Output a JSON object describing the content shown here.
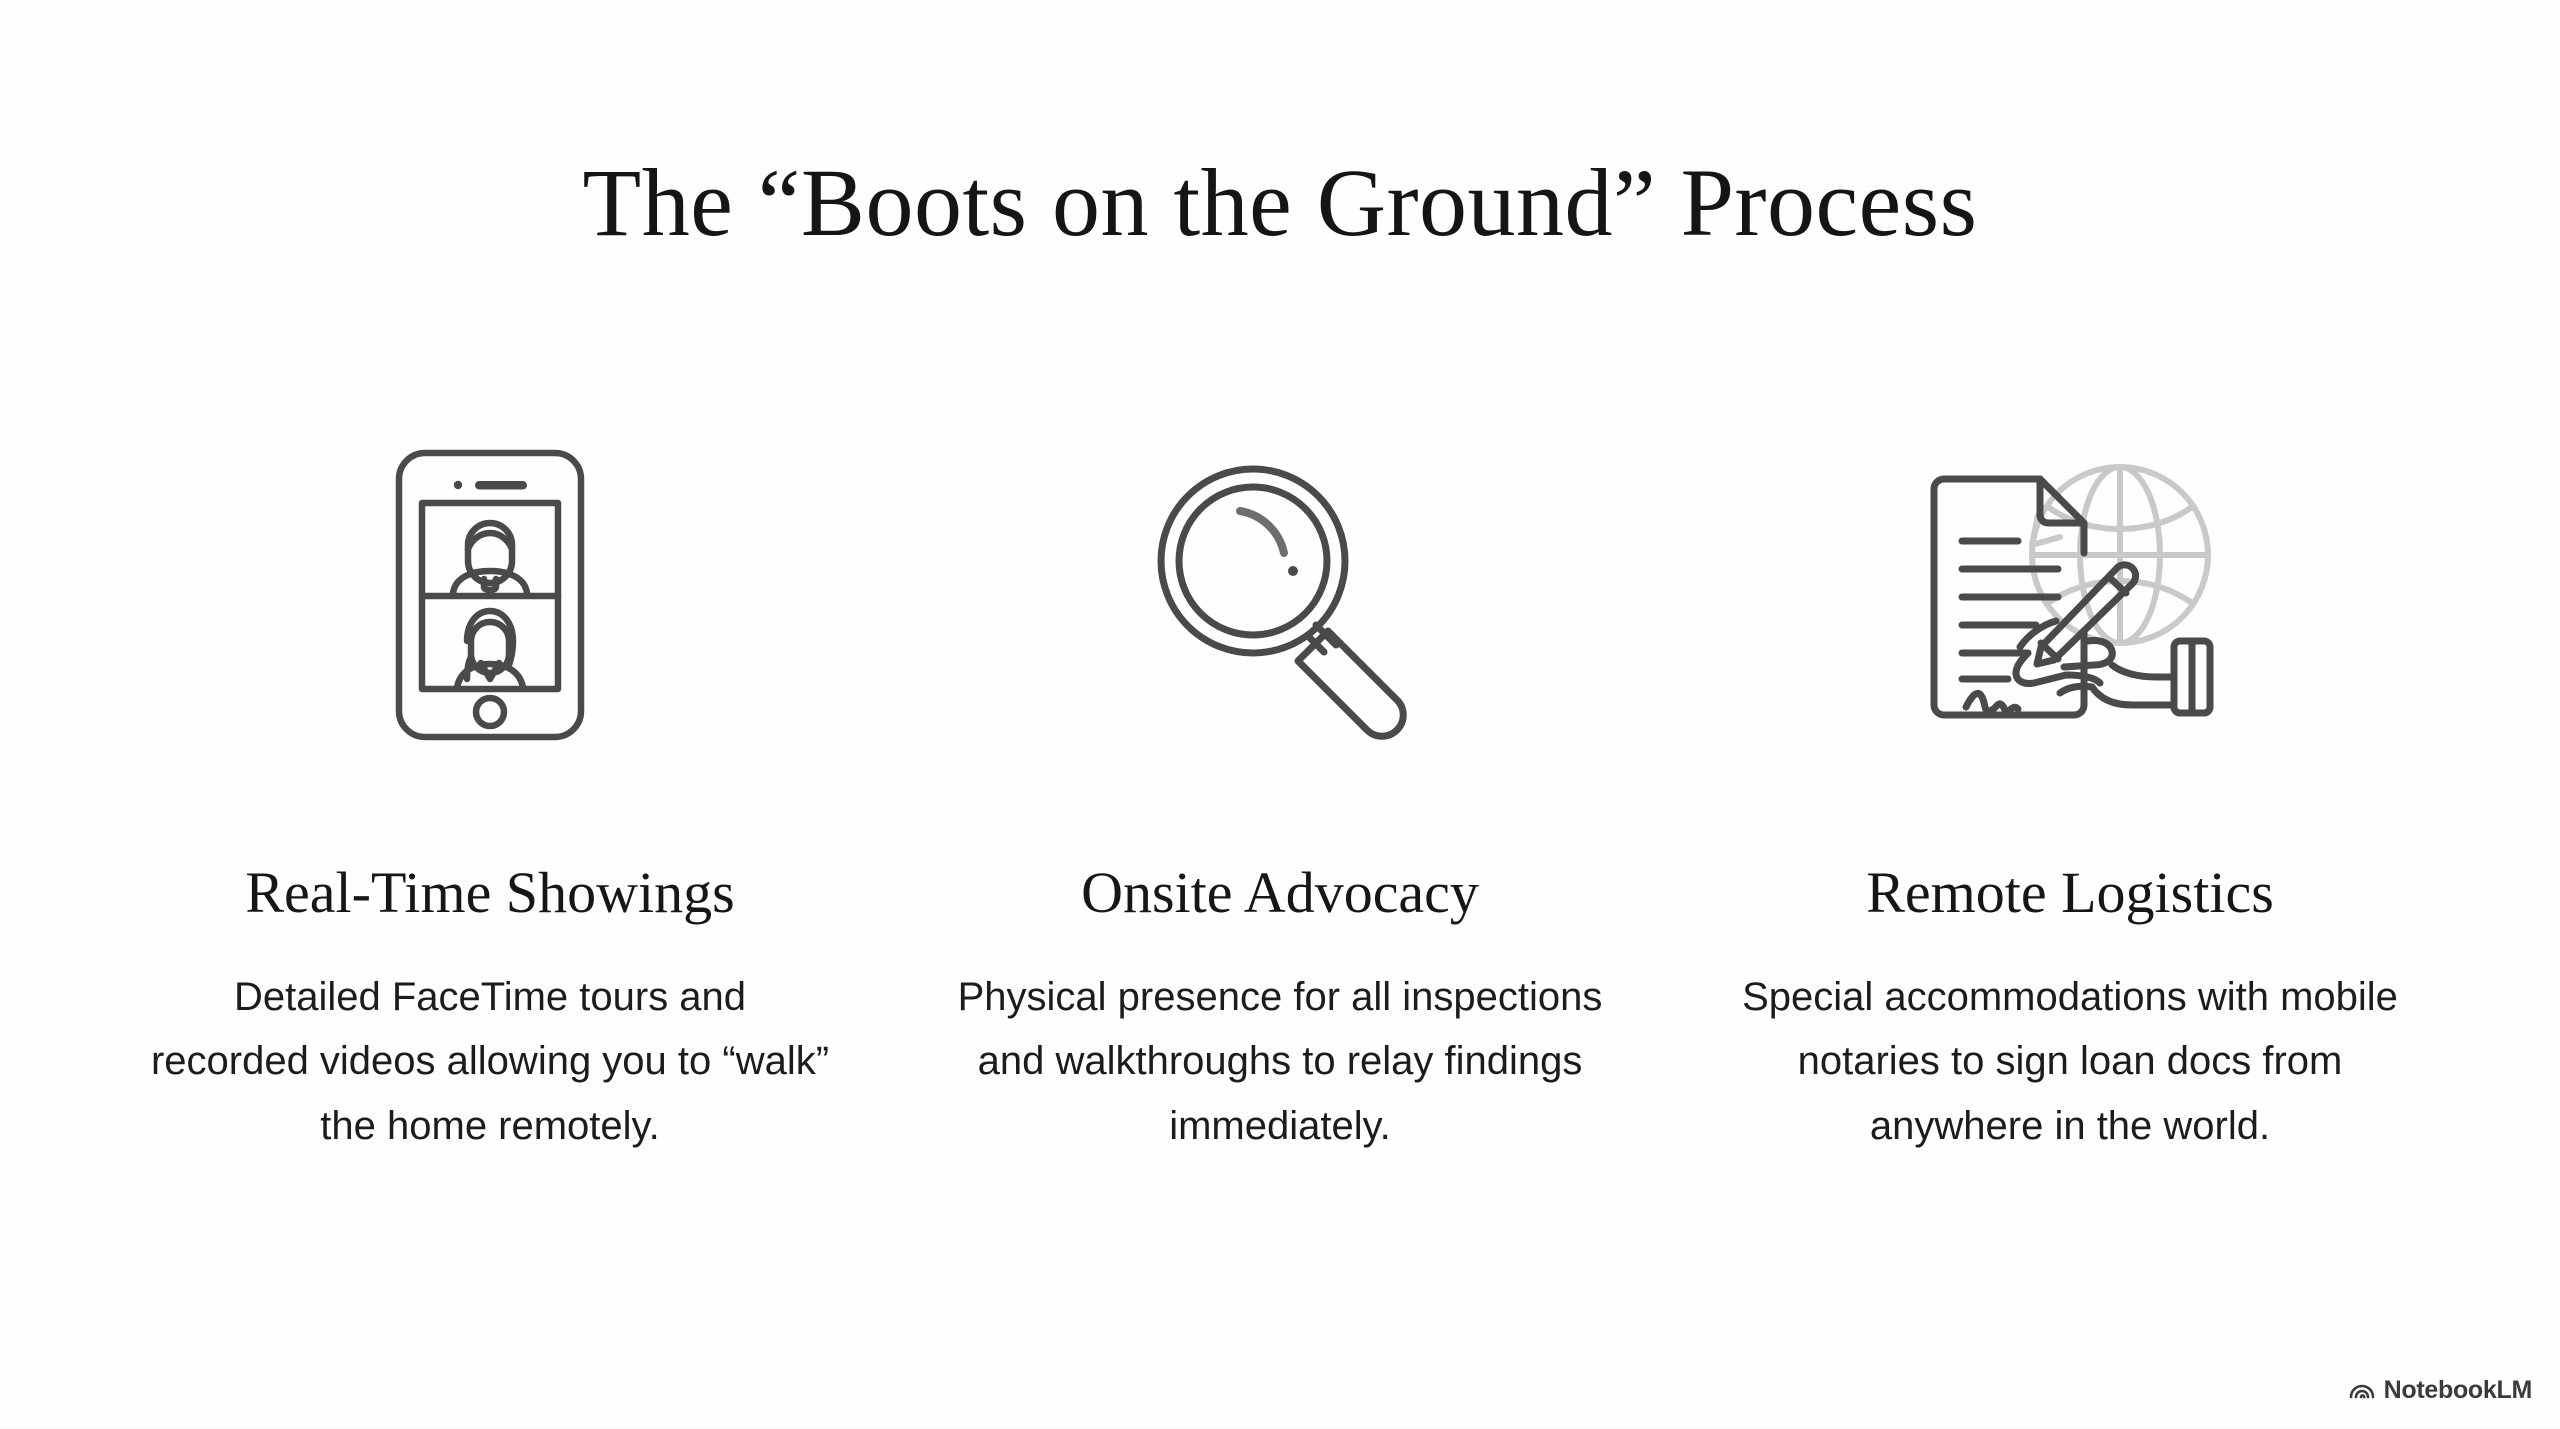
{
  "slide": {
    "title": "The “Boots on the Ground” Process",
    "background_color": "#fffefe",
    "text_color": "#161616",
    "icon_stroke_color": "#4a4a4a",
    "icon_muted_color": "#c9c9c9"
  },
  "columns": [
    {
      "icon": "video-call-phone-icon",
      "title": "Real-Time Showings",
      "body": "Detailed FaceTime tours and recorded videos allowing you to “walk” the home remotely."
    },
    {
      "icon": "magnifying-glass-icon",
      "title": "Onsite Advocacy",
      "body": "Physical presence for all inspections and walkthroughs to relay findings immediately."
    },
    {
      "icon": "document-signing-globe-icon",
      "title": "Remote Logistics",
      "body": "Special accommodations with mobile notaries to sign loan docs from anywhere in the world."
    }
  ],
  "watermark": {
    "label": "NotebookLM",
    "mark": "notebooklm-logo-icon"
  }
}
